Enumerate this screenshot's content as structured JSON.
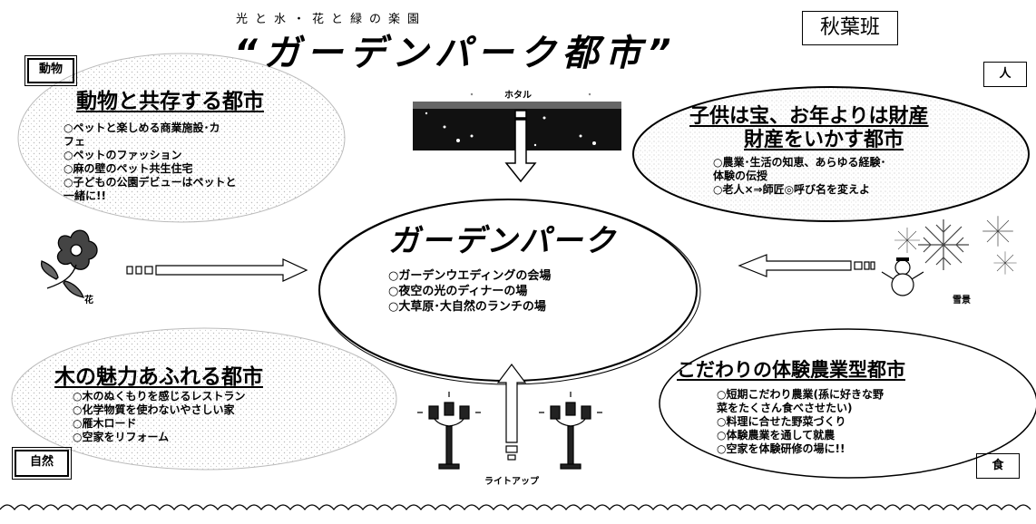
{
  "header": {
    "subtitle": "光と水・花と緑の楽園",
    "title": "“ガーデンパーク都市”",
    "team": "秋葉班"
  },
  "tags": {
    "animal": "動物",
    "people": "人",
    "nature": "自然",
    "food": "食"
  },
  "animal": {
    "heading": "動物と共存する都市",
    "lines": [
      "○ペットと楽しめる商業施設･カ",
      "フェ",
      "○ペットのファッション",
      "○麻の壁のペット共生住宅",
      "○子どもの公園デビューはペットと",
      "一緒に!!"
    ]
  },
  "people": {
    "heading1": "子供は宝、お年よりは財産",
    "heading2": "財産をいかす都市",
    "lines": [
      "○農業･生活の知恵、あらゆる経験･",
      "体験の伝授",
      "○老人×⇒師匠◎呼び名を変えよ"
    ]
  },
  "center": {
    "heading": "ガーデンパーク",
    "lines": [
      "○ガーデンウエディングの会場",
      "○夜空の光のディナーの場",
      "○大草原･大自然のランチの場"
    ]
  },
  "tree": {
    "heading": "木の魅力あふれる都市",
    "lines": [
      "○木のぬくもりを感じるレストラン",
      "○化学物質を使わないやさしい家",
      "○雁木ロード",
      "○空家をリフォーム"
    ]
  },
  "farm": {
    "heading": "こだわりの体験農業型都市",
    "lines": [
      "○短期こだわり農業(孫に好きな野",
      "菜をたくさん食べさせたい)",
      "○料理に合せた野菜づくり",
      "○体験農業を通して就農",
      "○空家を体験研修の場に!!"
    ]
  },
  "images": {
    "firefly": "ホタル",
    "flower": "花",
    "snow": "雪景",
    "lightup": "ライトアップ"
  }
}
